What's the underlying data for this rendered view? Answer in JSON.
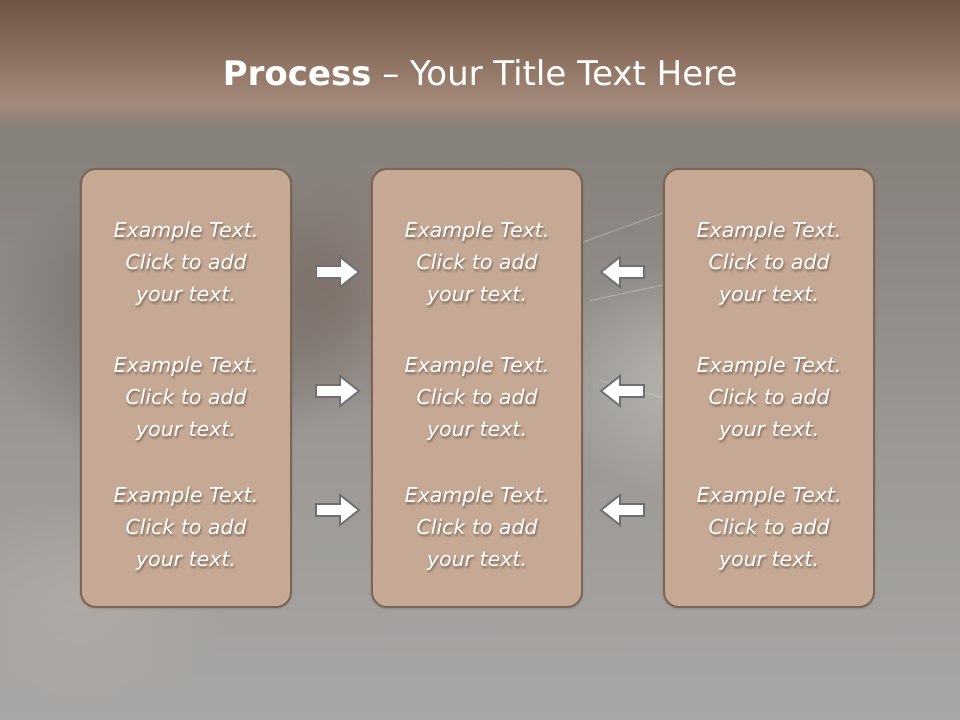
{
  "title": {
    "strong": "Process",
    "rest": " – Your Title Text Here"
  },
  "columns": [
    {
      "items": [
        {
          "line1": "Example Text.",
          "line2": "Click  to add",
          "line3": "your text."
        },
        {
          "line1": "Example Text.",
          "line2": "Click  to add",
          "line3": "your text."
        },
        {
          "line1": "Example Text.",
          "line2": "Click  to add",
          "line3": "your text."
        }
      ]
    },
    {
      "items": [
        {
          "line1": "Example Text.",
          "line2": "Click  to add",
          "line3": "your text."
        },
        {
          "line1": "Example Text.",
          "line2": "Click  to add",
          "line3": "your text."
        },
        {
          "line1": "Example Text.",
          "line2": "Click  to add",
          "line3": "your text."
        }
      ]
    },
    {
      "items": [
        {
          "line1": "Example Text.",
          "line2": "Click  to add",
          "line3": "your text."
        },
        {
          "line1": "Example Text.",
          "line2": "Click  to add",
          "line3": "your text."
        },
        {
          "line1": "Example Text.",
          "line2": "Click  to add",
          "line3": "your text."
        }
      ]
    }
  ],
  "arrows": {
    "left_to_center": [
      "arrow-right-icon",
      "arrow-right-icon",
      "arrow-right-icon"
    ],
    "right_to_center": [
      "arrow-left-icon",
      "arrow-left-icon",
      "arrow-left-icon"
    ]
  },
  "colors": {
    "box_fill": "#c5a994",
    "box_border": "#7d6452",
    "title_band": "#8d7160",
    "arrow_fill": "#ffffff",
    "arrow_stroke": "#6f6f6f"
  }
}
